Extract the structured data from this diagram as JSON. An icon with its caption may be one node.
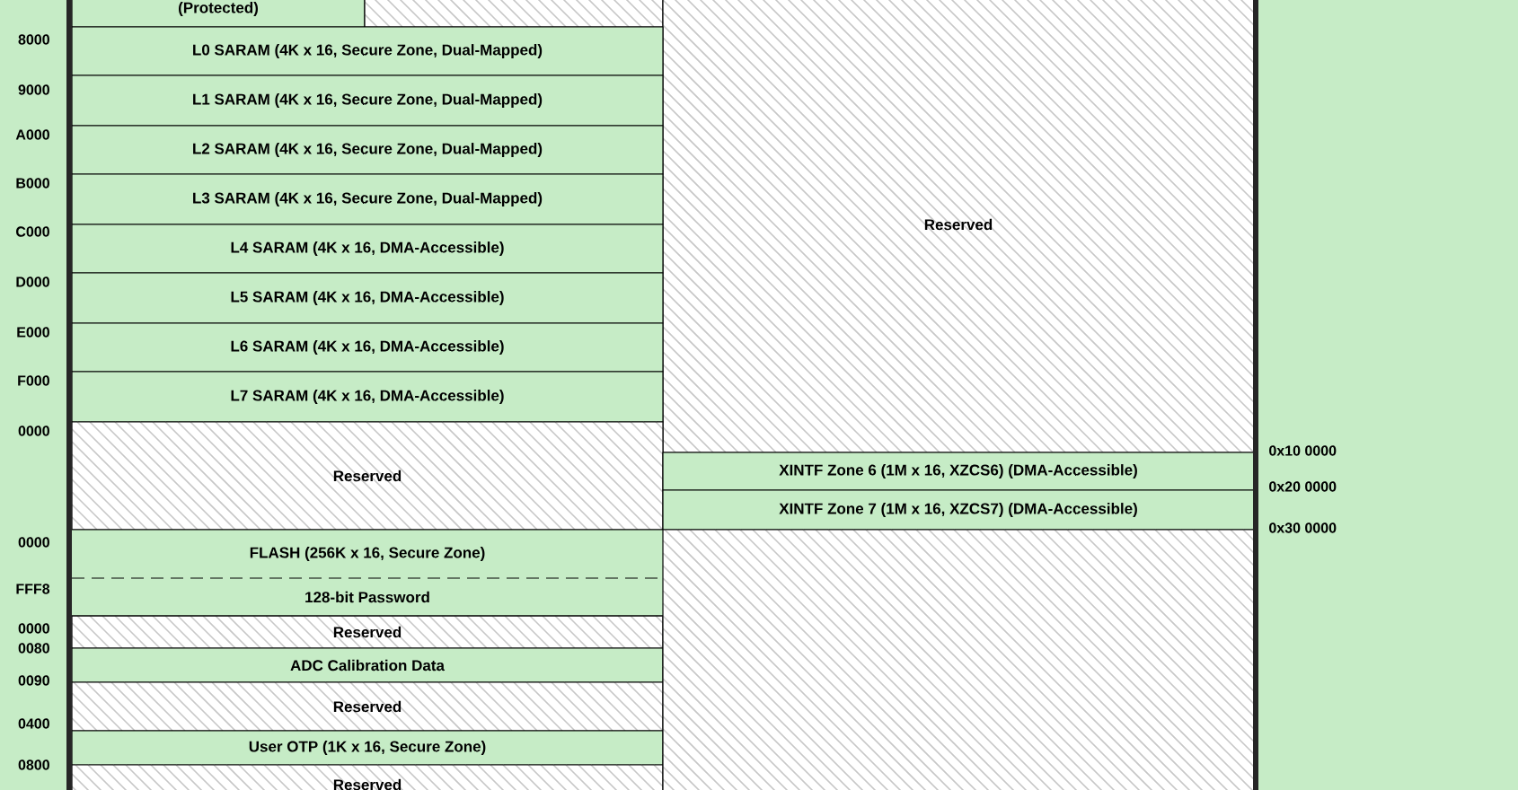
{
  "diagram": {
    "nodes": [
      {
        "text": [
          "(Protected)"
        ]
      },
      {
        "text": [],
        "shape": "box"
      },
      {
        "text": [
          "Reserved"
        ]
      },
      {
        "text": [
          "L0 SARAM (4K x 16, Secure Zone, Dual-Mapped)"
        ]
      },
      {
        "text": [
          "L1 SARAM (4K x 16, Secure Zone, Dual-Mapped)"
        ]
      },
      {
        "text": [
          "L2 SARAM (4K x 16, Secure Zone, Dual-Mapped)"
        ]
      },
      {
        "text": [
          "L3 SARAM (4K x 16, Secure Zone, Dual-Mapped)"
        ]
      },
      {
        "text": [
          "L4 SARAM (4K x 16, DMA-Accessible)"
        ]
      },
      {
        "text": [
          "L5 SARAM (4K x 16, DMA-Accessible)"
        ]
      },
      {
        "text": [
          "L6 SARAM (4K x 16, DMA-Accessible)"
        ]
      },
      {
        "text": [
          "L7 SARAM (4K x 16, DMA-Accessible)"
        ]
      },
      {
        "text": [
          "Reserved"
        ]
      },
      {
        "text": [
          "XINTF Zone 6 (1M x 16, XZCS6) (DMA-Accessible)"
        ]
      },
      {
        "text": [
          "XINTF Zone 7 (1M x 16, XZCS7) (DMA-Accessible)"
        ]
      },
      {
        "text": [
          "FLASH (256K x 16, Secure Zone)"
        ]
      },
      {
        "text": [
          "128-bit Password"
        ]
      },
      {
        "text": [
          "Reserved"
        ]
      },
      {
        "text": [
          "ADC Calibration Data"
        ]
      },
      {
        "text": [
          "Reserved"
        ]
      },
      {
        "text": [
          "User OTP (1K x 16, Secure Zone)"
        ]
      },
      {
        "text": [
          "Reserved"
        ]
      },
      {
        "text": [],
        "shape": "box"
      }
    ],
    "labels": [
      "8000",
      "9000",
      "A000",
      "B000",
      "C000",
      "D000",
      "E000",
      "F000",
      "0000",
      "0x10 0000",
      "0x20 0000",
      "0x30 0000",
      "0000",
      "FFF8",
      "0000",
      "0080",
      "0090",
      "0400",
      "0800"
    ]
  }
}
